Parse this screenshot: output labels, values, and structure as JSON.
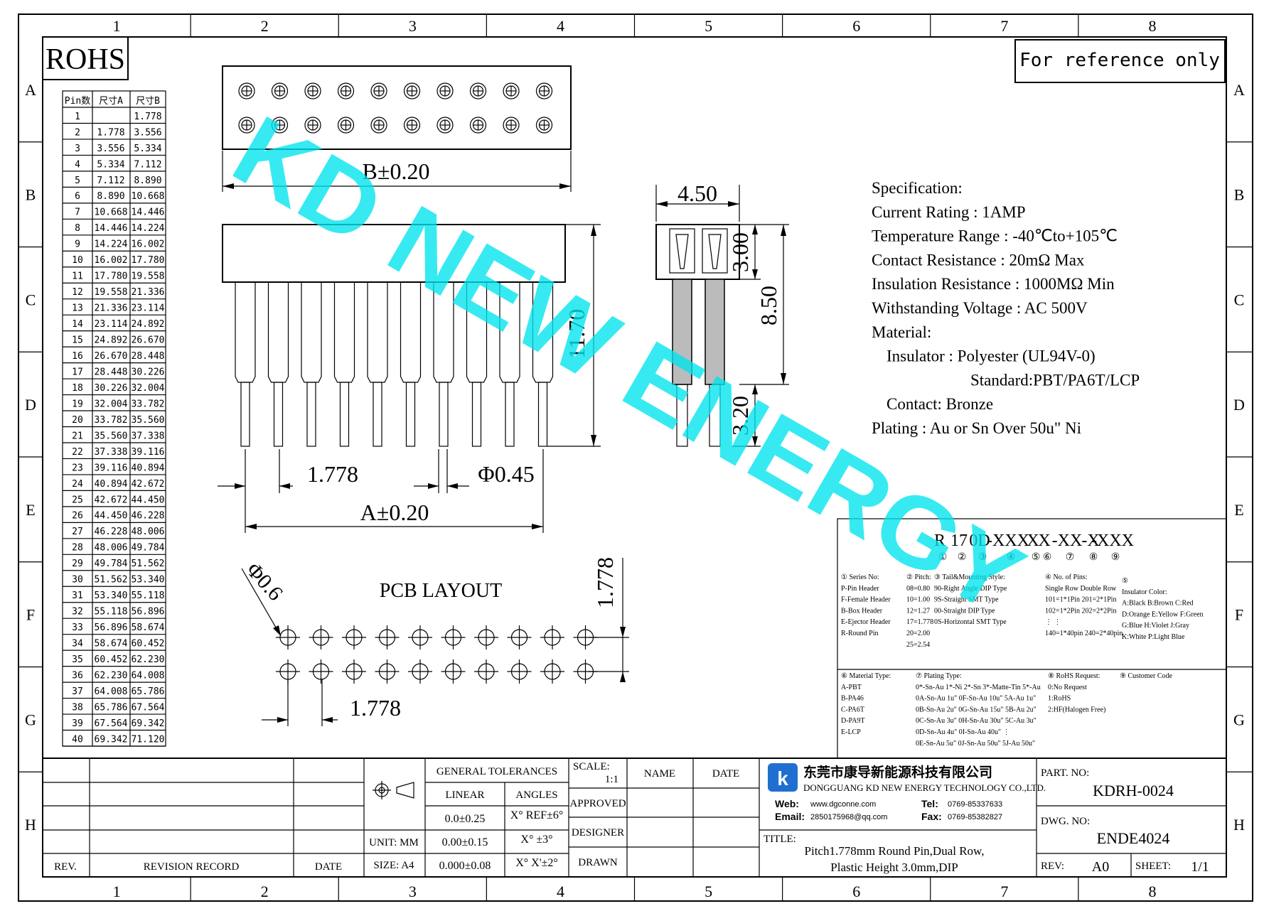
{
  "frame": {
    "columns": [
      "1",
      "2",
      "3",
      "4",
      "5",
      "6",
      "7",
      "8"
    ],
    "rows": [
      "A",
      "B",
      "C",
      "D",
      "E",
      "F",
      "G",
      "H"
    ]
  },
  "rohs_label": "ROHS",
  "reference_note": "For reference only",
  "watermark": "KD NEW ENERGY",
  "pin_table": {
    "headers": [
      "Pin数",
      "尺寸A",
      "尺寸B"
    ],
    "rows": [
      [
        "1",
        "",
        "1.778"
      ],
      [
        "2",
        "1.778",
        "3.556"
      ],
      [
        "3",
        "3.556",
        "5.334"
      ],
      [
        "4",
        "5.334",
        "7.112"
      ],
      [
        "5",
        "7.112",
        "8.890"
      ],
      [
        "6",
        "8.890",
        "10.668"
      ],
      [
        "7",
        "10.668",
        "14.446"
      ],
      [
        "8",
        "14.446",
        "14.224"
      ],
      [
        "9",
        "14.224",
        "16.002"
      ],
      [
        "10",
        "16.002",
        "17.780"
      ],
      [
        "11",
        "17.780",
        "19.558"
      ],
      [
        "12",
        "19.558",
        "21.336"
      ],
      [
        "13",
        "21.336",
        "23.114"
      ],
      [
        "14",
        "23.114",
        "24.892"
      ],
      [
        "15",
        "24.892",
        "26.670"
      ],
      [
        "16",
        "26.670",
        "28.448"
      ],
      [
        "17",
        "28.448",
        "30.226"
      ],
      [
        "18",
        "30.226",
        "32.004"
      ],
      [
        "19",
        "32.004",
        "33.782"
      ],
      [
        "20",
        "33.782",
        "35.560"
      ],
      [
        "21",
        "35.560",
        "37.338"
      ],
      [
        "22",
        "37.338",
        "39.116"
      ],
      [
        "23",
        "39.116",
        "40.894"
      ],
      [
        "24",
        "40.894",
        "42.672"
      ],
      [
        "25",
        "42.672",
        "44.450"
      ],
      [
        "26",
        "44.450",
        "46.228"
      ],
      [
        "27",
        "46.228",
        "48.006"
      ],
      [
        "28",
        "48.006",
        "49.784"
      ],
      [
        "29",
        "49.784",
        "51.562"
      ],
      [
        "30",
        "51.562",
        "53.340"
      ],
      [
        "31",
        "53.340",
        "55.118"
      ],
      [
        "32",
        "55.118",
        "56.896"
      ],
      [
        "33",
        "56.896",
        "58.674"
      ],
      [
        "34",
        "58.674",
        "60.452"
      ],
      [
        "35",
        "60.452",
        "62.230"
      ],
      [
        "36",
        "62.230",
        "64.008"
      ],
      [
        "37",
        "64.008",
        "65.786"
      ],
      [
        "38",
        "65.786",
        "67.564"
      ],
      [
        "39",
        "67.564",
        "69.342"
      ],
      [
        "40",
        "69.342",
        "71.120"
      ]
    ]
  },
  "dims": {
    "b_width": "B±0.20",
    "a_width": "A±0.20",
    "pitch_front": "1.778",
    "pin_dia": "Φ0.45",
    "height_total": "11.70",
    "side_width": "4.50",
    "side_top": "3.00",
    "side_body": "8.50",
    "side_tail": "3.20",
    "pcb_title": "PCB LAYOUT",
    "pcb_hole": "Φ0.6",
    "pcb_pitch_v": "1.778",
    "pcb_pitch_h": "1.778"
  },
  "spec": {
    "lines": [
      "Specification:",
      "Current Rating : 1AMP",
      "Temperature Range : -40℃to+105℃",
      "Contact Resistance : 20mΩ Max",
      "Insulation Resistance : 1000MΩ Min",
      "Withstanding Voltage : AC 500V",
      "Material:",
      "Insulator : Polyester (UL94V-0)",
      "Standard:PBT/PA6T/LCP",
      "Contact: Bronze",
      "Plating : Au or Sn Over 50u\" Ni"
    ]
  },
  "code": {
    "parts": [
      "R",
      "17",
      "0D",
      "-XXX",
      "X",
      "X",
      "-XX",
      "-X",
      "-XXX"
    ],
    "marks": [
      "①",
      "②",
      "③",
      "④",
      "⑤",
      "⑥",
      "⑦",
      "⑧",
      "⑨"
    ],
    "col1": [
      "① Series No:",
      "P-Pin Header",
      "F-Female Header",
      "B-Box Header",
      "E-Ejector Header",
      "R-Round Pin"
    ],
    "col2": [
      "② Pitch:",
      "08=0.80",
      "10=1.00",
      "12=1.27",
      "17=1.778",
      "20=2.00",
      "25=2.54"
    ],
    "col3": [
      "③ Tail&Mounting Style:",
      "90-Right Angle DIP Type",
      "9S-Straight SMT Type",
      "00-Straight DIP Type",
      "0S-Horizontal SMT Type"
    ],
    "col4": [
      "④ No. of Pins:",
      "Single Row   Double Row",
      "101=1*1Pin   201=2*1Pin",
      "102=1*2Pin   202=2*2Pin",
      "  ⋮              ⋮",
      "140=1*40pin  240=2*40pin"
    ],
    "col5": [
      "⑤",
      "Insulator Color:",
      "A:Black  B:Brown  C:Red",
      "D:Orange E:Yellow F:Green",
      "G:Blue   H:Violet J:Gray",
      "K:White  P:Light Blue"
    ],
    "col6": [
      "⑥ Material Type:",
      "A-PBT",
      "B-PA46",
      "C-PA6T",
      "D-PA9T",
      "E-LCP"
    ],
    "col7": [
      "⑦ Plating Type:",
      "0*-Sn-Au 1*-Ni 2*-Sn 3*-Matte-Tin 5*-Au",
      "0A-Sn-Au 1u\" 0F-Sn-Au 10u\"  5A-Au 1u\"",
      "0B-Sn-Au 2u\" 0G-Sn-Au 15u\"  5B-Au 2u\"",
      "0C-Sn-Au 3u\" 0H-Sn-Au 30u\"  5C-Au 3u\"",
      "0D-Sn-Au 4u\" 0I-Sn-Au 40u\"   ⋮",
      "0E-Sn-Au 5u\" 0J-Sn-Au 50u\"  5J-Au 50u\""
    ],
    "col8": [
      "⑧ RoHS Request:",
      "0:No Request",
      "1:RoHS",
      "2:HF(Halogen Free)"
    ],
    "col9": [
      "⑨ Customer Code"
    ]
  },
  "title_block": {
    "rev_header": "REV.",
    "revision_record": "REVISION RECORD",
    "date_header": "DATE",
    "general_tolerances": "GENERAL TOLERANCES",
    "linear": "LINEAR",
    "angles": "ANGLES",
    "lin1": "0.0±0.25",
    "lin2": "0.00±0.15",
    "lin3": "0.000±0.08",
    "ang1": "X° REF±6°",
    "ang2": "X°  ±3°",
    "ang3": "X° X'±2°",
    "unit": "UNIT: MM",
    "size": "SIZE: A4",
    "scale_label": "SCALE:",
    "scale_value": "1:1",
    "name_header": "NAME",
    "date_header2": "DATE",
    "approved": "APPROVED",
    "designer": "DESIGNER",
    "drawn": "DRAWN",
    "company_cn": "东莞市康导新能源科技有限公司",
    "company_en": "DONGGUANG KD NEW ENERGY TECHNOLOGY CO.,LTD.",
    "web_label": "Web:",
    "web": "www.dgconne.com",
    "tel_label": "Tel:",
    "tel": "0769-85337633",
    "email_label": "Email:",
    "email": "2850175968@qq.com",
    "fax_label": "Fax:",
    "fax": "0769-85382827",
    "title_label": "TITLE:",
    "title_line1": "Pitch1.778mm Round Pin,Dual Row,",
    "title_line2": "Plastic Height 3.0mm,DIP",
    "part_no_label": "PART. NO:",
    "part_no": "KDRH-0024",
    "dwg_no_label": "DWG. NO:",
    "dwg_no": "ENDE4024",
    "rev_label": "REV:",
    "rev": "A0",
    "sheet_label": "SHEET:",
    "sheet": "1/1"
  }
}
